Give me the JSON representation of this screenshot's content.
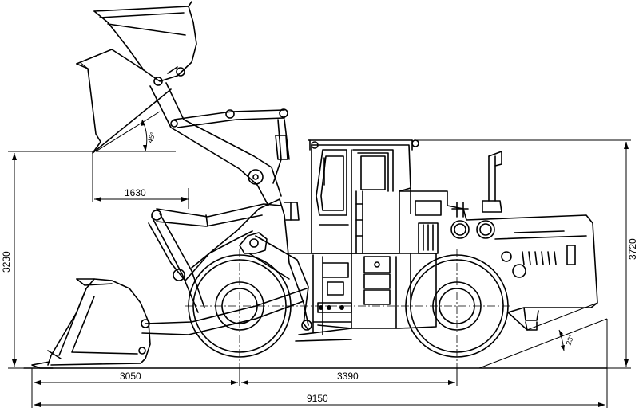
{
  "dimensions": {
    "bucket_reach": "3050",
    "wheelbase": "3390",
    "overall_length": "9150",
    "dump_reach": "1630",
    "dump_clearance": "3230",
    "overall_height": "3720",
    "dump_angle": "45°",
    "departure_angle": "23°"
  }
}
